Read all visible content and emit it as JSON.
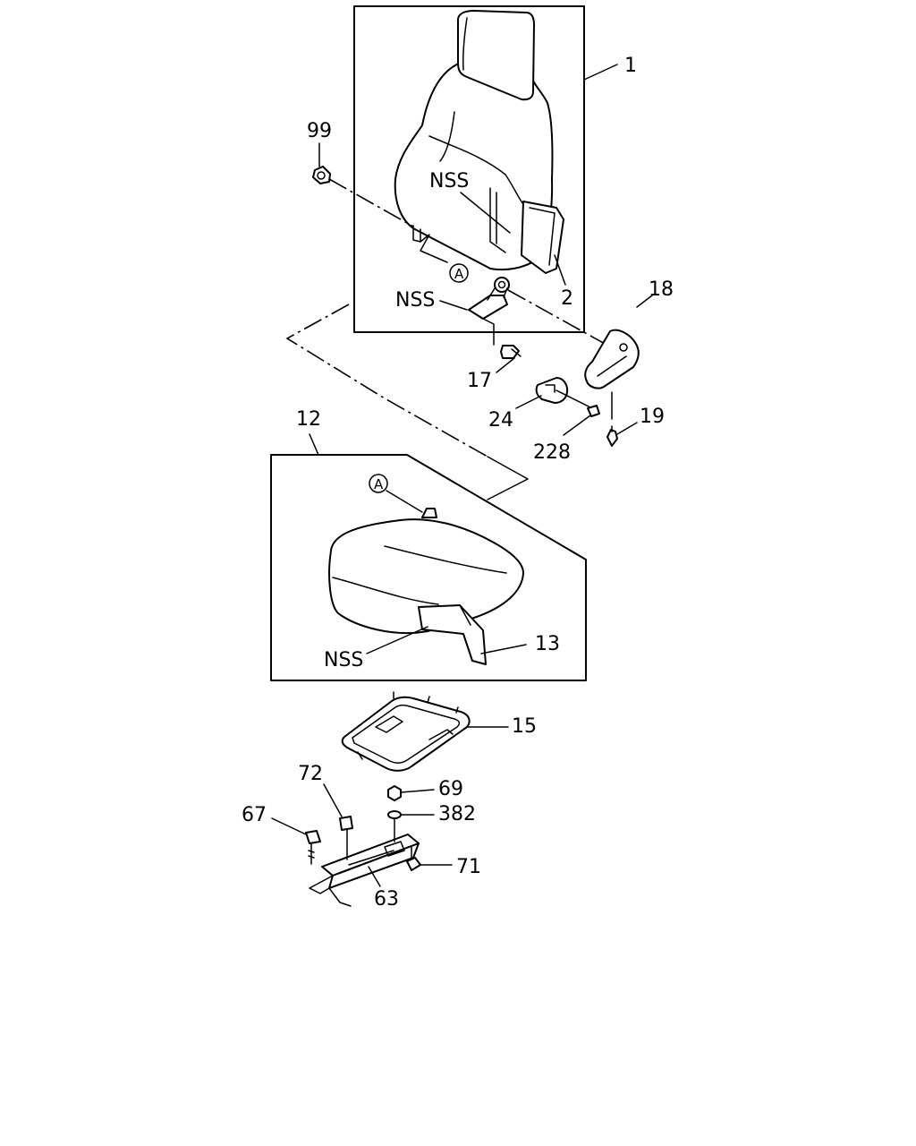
{
  "diagram": {
    "labels": {
      "seatback_assembly": "1",
      "seatback_cover": "2",
      "nut_99": "99",
      "nss_seatback_cover": "NSS",
      "nss_hinge": "NSS",
      "callout_a_top": "A",
      "bolt_17": "17",
      "recliner_cover": "18",
      "cap_24": "24",
      "screw_228": "228",
      "screw_19": "19",
      "cushion_assembly": "12",
      "callout_a_cushion": "A",
      "cushion_cover": "13",
      "nss_cushion": "NSS",
      "frame_15": "15",
      "bushing_72": "72",
      "nut_69": "69",
      "washer_382": "382",
      "bolt_67": "67",
      "bolt_71": "71",
      "rail_63": "63"
    }
  }
}
